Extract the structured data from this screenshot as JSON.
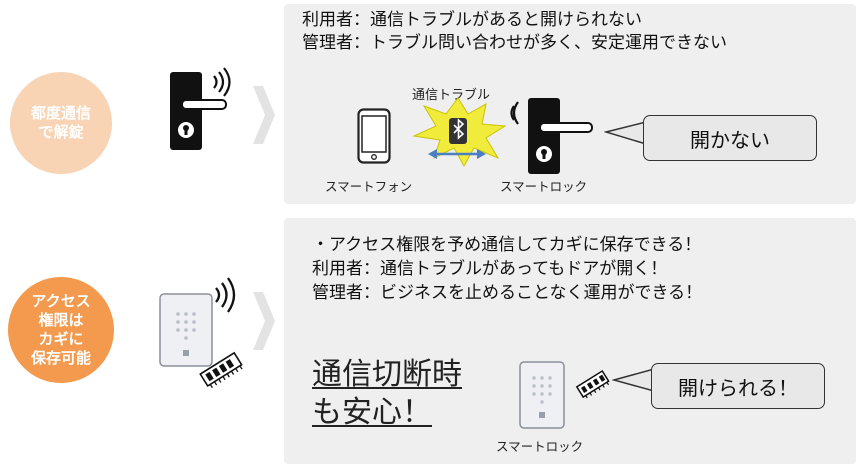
{
  "row1": {
    "circle_label": "都度通信\nで解錠",
    "lines": [
      "利用者：通信トラブルがあると開けられない",
      "管理者：トラブル問い合わせが多く、安定運用できない"
    ],
    "trouble_label": "通信トラブル",
    "phone_caption": "スマートフォン",
    "lock_caption": "スマートロック",
    "bubble_text": "開かない"
  },
  "row2": {
    "circle_label": "アクセス\n権限は\nカギに\n保存可能",
    "lines": [
      "・アクセス権限を予め通信してカギに保存できる！",
      "利用者：通信トラブルがあってもドアが開く！",
      "管理者：ビジネスを止めることなく運用ができる！"
    ],
    "big_text_line1": "通信切断時",
    "big_text_line2": "も安心！",
    "lock_caption": "スマートロック",
    "bubble_text": "開けられる！"
  },
  "colors": {
    "circle_light": "#f8d3b4",
    "circle_strong": "#f39a4e",
    "panel": "#efefef",
    "arrow": "#4a7fc1",
    "burst": "#f1ec3c"
  }
}
